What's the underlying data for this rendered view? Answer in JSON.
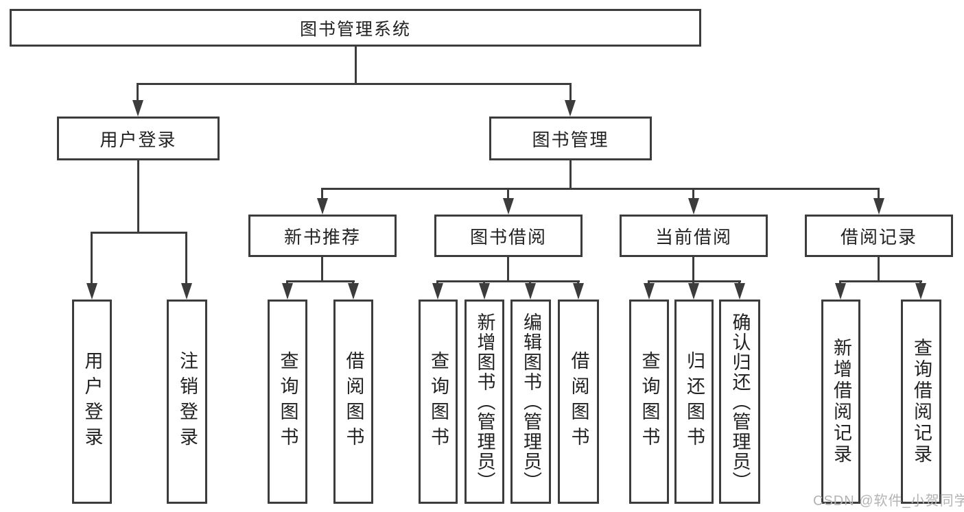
{
  "diagram": {
    "root": {
      "label": "图书管理系统"
    },
    "user_login": {
      "label": "用户登录",
      "children": [
        {
          "label": "用户登录"
        },
        {
          "label": "注销登录"
        }
      ]
    },
    "book_mgmt": {
      "label": "图书管理"
    },
    "new_books": {
      "label": "新书推荐",
      "children": [
        {
          "label": "查询图书"
        },
        {
          "label": "借阅图书"
        }
      ]
    },
    "book_borrow": {
      "label": "图书借阅",
      "children": [
        {
          "label": "查询图书"
        },
        {
          "label": "新增图书（管理员）"
        },
        {
          "label": "编辑图书（管理员）"
        },
        {
          "label": "借阅图书"
        }
      ]
    },
    "current_borrow": {
      "label": "当前借阅",
      "children": [
        {
          "label": "查询图书"
        },
        {
          "label": "归还图书"
        },
        {
          "label": "确认归还（管理员）"
        }
      ]
    },
    "borrow_records": {
      "label": "借阅记录",
      "children": [
        {
          "label": "新增借阅记录"
        },
        {
          "label": "查询借阅记录"
        }
      ]
    }
  },
  "watermark": {
    "text": "CSDN @软件_小贺同学"
  },
  "colors": {
    "line": "#3c3c3c",
    "text": "#222222",
    "watermark": "#b3b3b3",
    "background": "#ffffff"
  }
}
